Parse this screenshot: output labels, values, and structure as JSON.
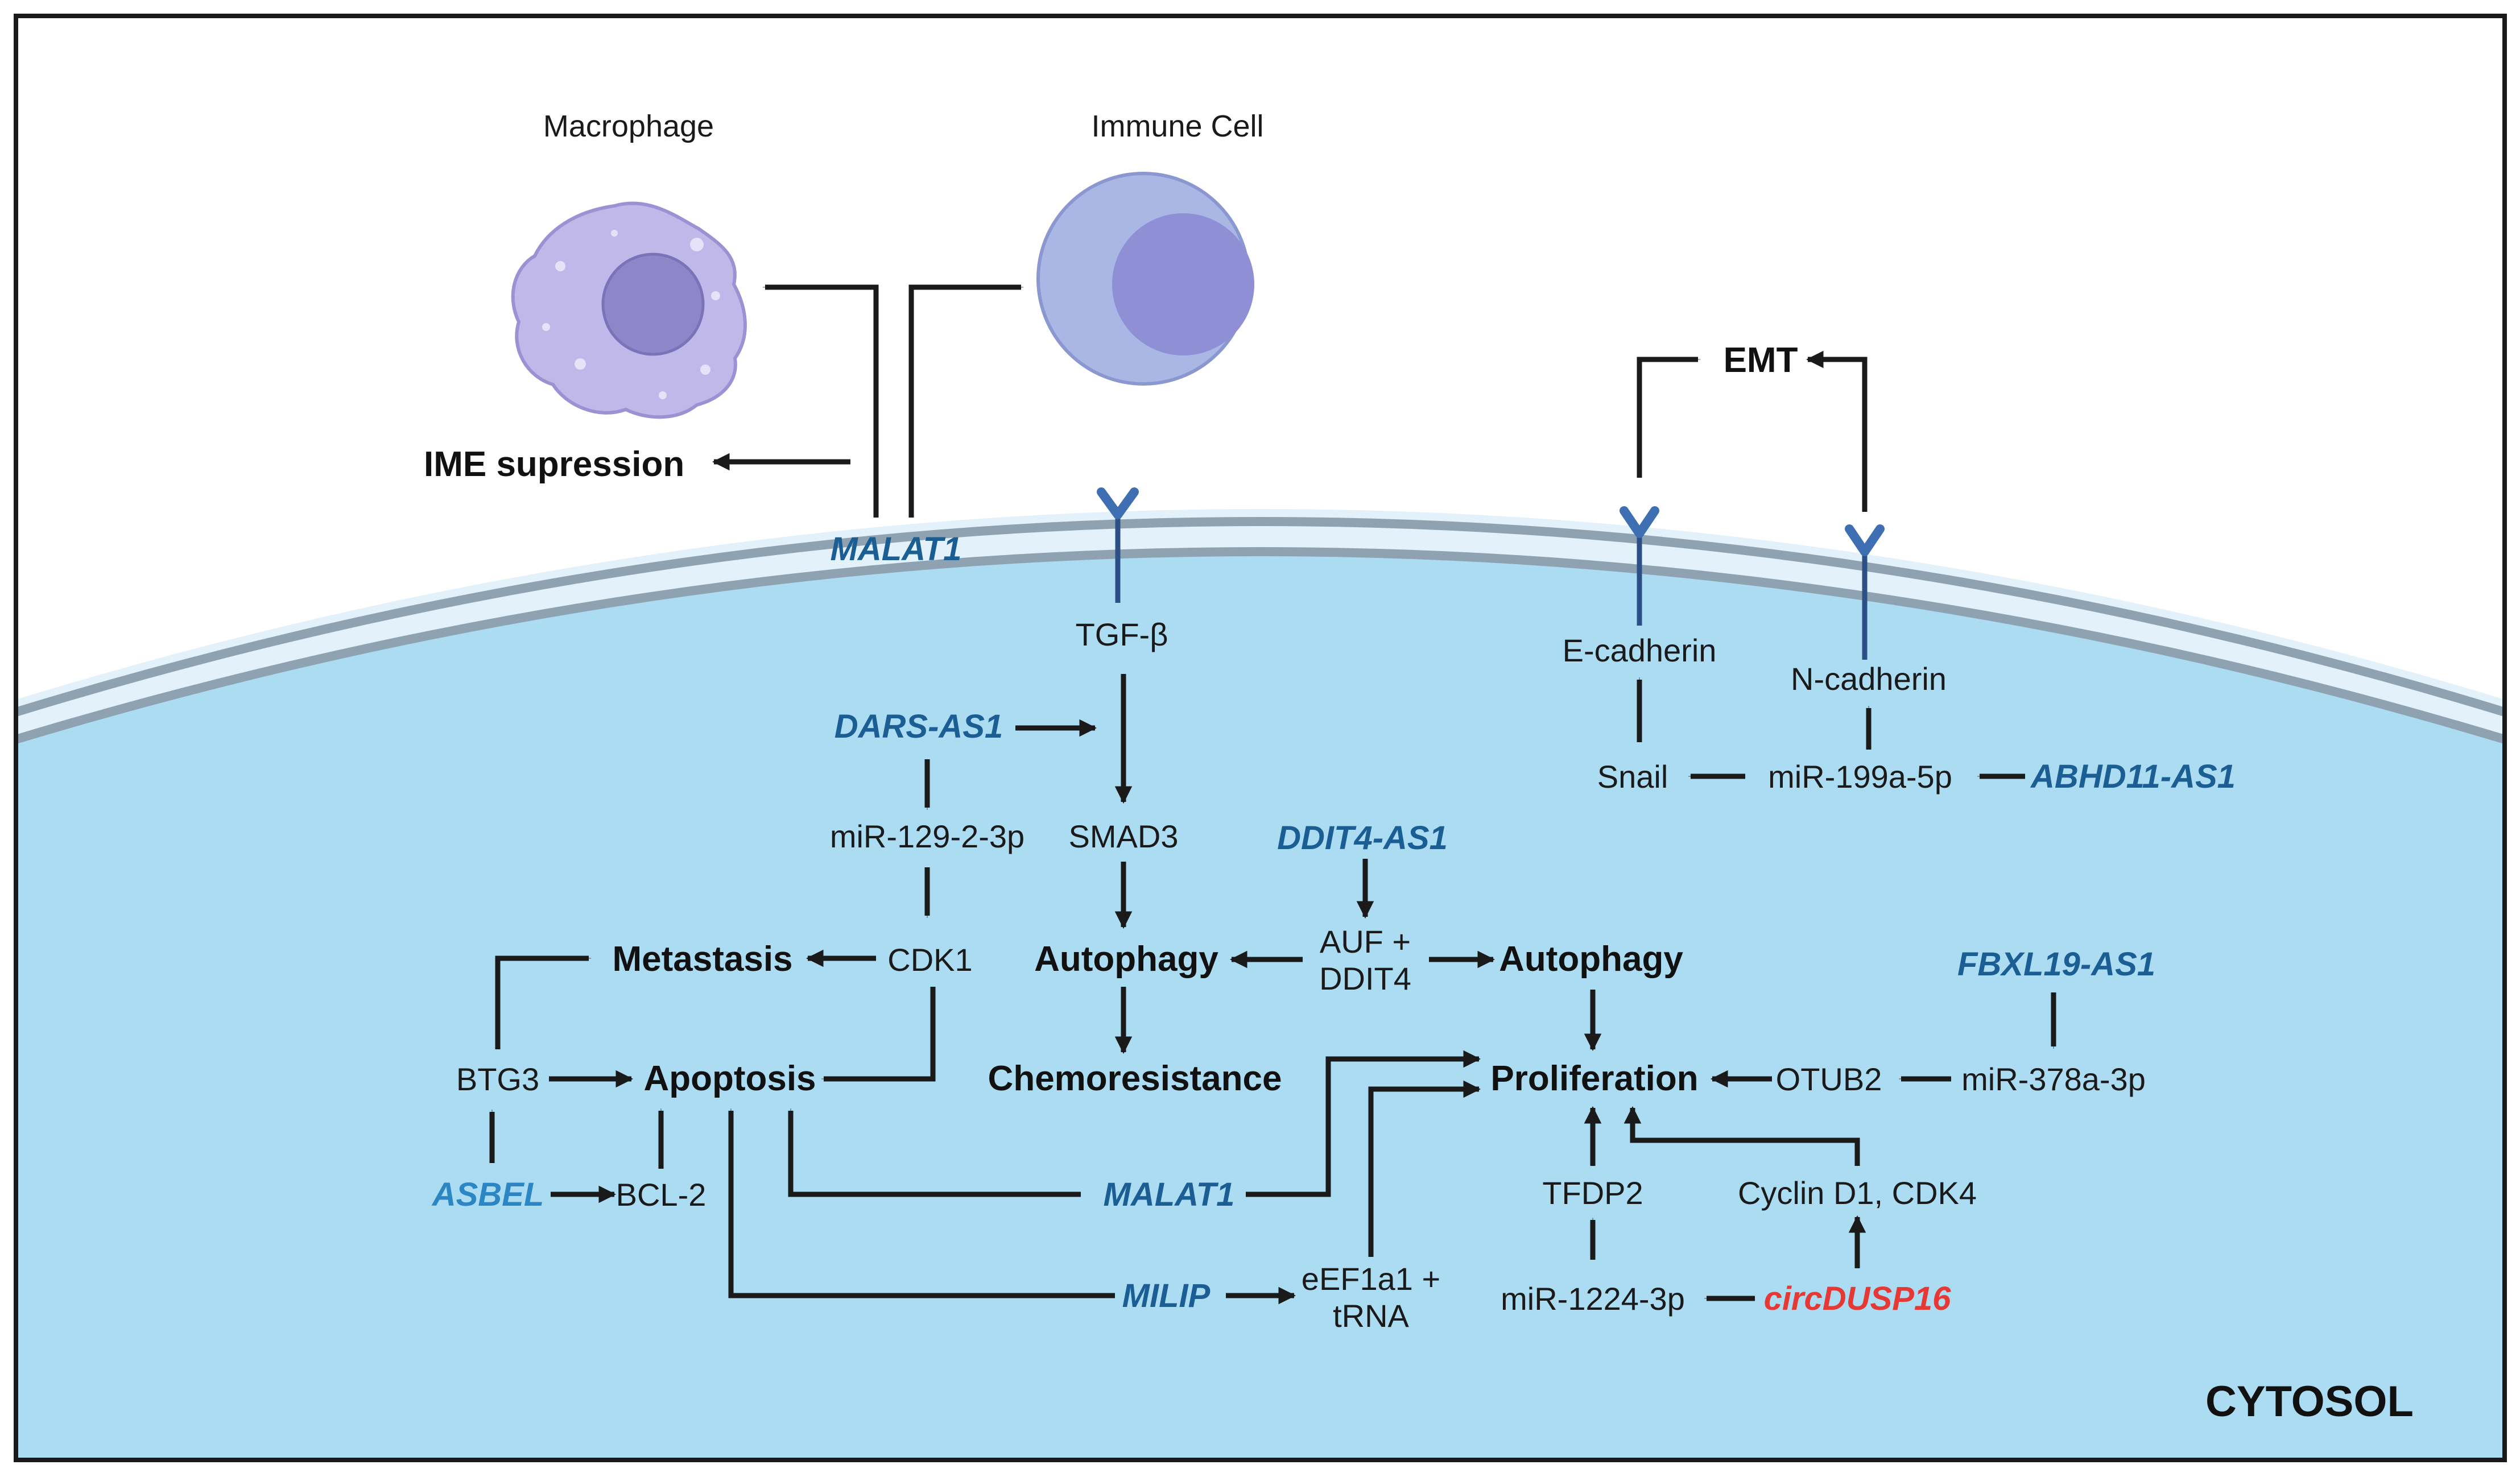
{
  "colors": {
    "background": "#ffffff",
    "frame": "#1a1a1a",
    "cytosol": "#acdcf2",
    "membrane_light": "#e2f1fa",
    "membrane_stripe": "#8fa2b1",
    "rna_blue": "#1b5e93",
    "rna_light_blue": "#2d86c4",
    "rna_red": "#e53935",
    "receptor": "#3e6fb2",
    "macrophage": "#c0b8e8",
    "macrophage_nucleus": "#8d86c8",
    "immune_outer": "#aab6e4",
    "immune_nucleus": "#8f8fd6"
  },
  "icons": {
    "macrophage": "macrophage-cell-icon",
    "immune_cell": "immune-cell-icon",
    "receptor": "membrane-receptor-icon"
  },
  "cells": {
    "macrophage_label": "Macrophage",
    "immune_cell_label": "Immune Cell"
  },
  "outcomes": {
    "ime_suppression": "IME supression",
    "emt": "EMT",
    "metastasis": "Metastasis",
    "apoptosis": "Apoptosis",
    "autophagy_left": "Autophagy",
    "autophagy_right": "Autophagy",
    "chemoresistance": "Chemoresistance",
    "proliferation": "Proliferation"
  },
  "ncrnas": {
    "malat1_membrane": "MALAT1",
    "dars_as1": "DARS-AS1",
    "ddit4_as1": "DDIT4-AS1",
    "abhd11_as1": "ABHD11-AS1",
    "fbxl19_as1": "FBXL19-AS1",
    "asbel": "ASBEL",
    "malat1_cytosol": "MALAT1",
    "milip": "MILIP",
    "circdusp16": "circDUSP16"
  },
  "factors": {
    "tgf_beta": "TGF-β",
    "e_cadherin": "E-cadherin",
    "n_cadherin": "N-cadherin",
    "snail": "Snail",
    "mir_199a_5p": "miR-199a-5p",
    "mir_129_2_3p": "miR-129-2-3p",
    "smad3": "SMAD3",
    "auf_line1": "AUF +",
    "auf_line2": "DDIT4",
    "cdk1": "CDK1",
    "btg3": "BTG3",
    "bcl2": "BCL-2",
    "otub2": "OTUB2",
    "mir_378a_3p": "miR-378a-3p",
    "tfdp2": "TFDP2",
    "cyclin": "Cyclin D1, CDK4",
    "eef1a1_line1": "eEF1a1 +",
    "eef1a1_line2": "tRNA",
    "mir_1224_3p": "miR-1224-3p"
  },
  "compartment": {
    "cytosol": "CYTOSOL"
  }
}
